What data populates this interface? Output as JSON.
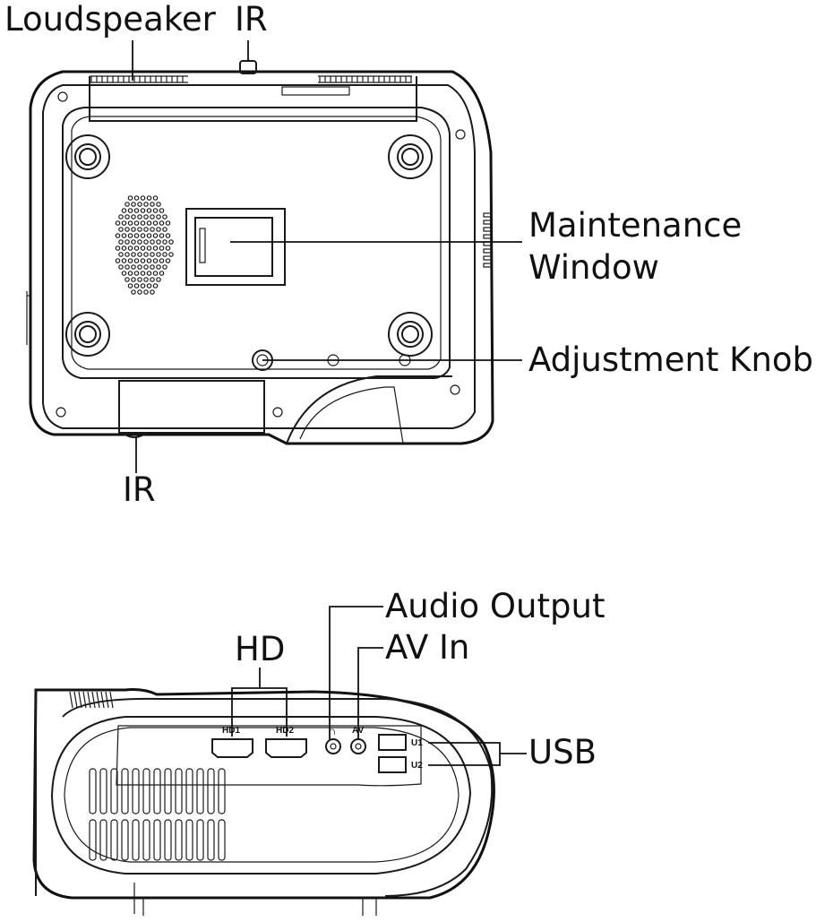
{
  "top_view": {
    "labels": {
      "loudspeaker": "Loudspeaker",
      "ir_top": "IR",
      "maintenance_line1": "Maintenance",
      "maintenance_line2": "Window",
      "adjustment_knob": "Adjustment Knob",
      "ir_bottom": "IR"
    }
  },
  "side_view": {
    "labels": {
      "audio_output": "Audio Output",
      "av_in": "AV In",
      "hd": "HD",
      "usb": "USB"
    },
    "port_markings": {
      "hd1": "HD1",
      "hd2": "HD2",
      "headphone_symbol": "∩",
      "av": "AV",
      "u1": "U1",
      "u2": "U2"
    }
  }
}
